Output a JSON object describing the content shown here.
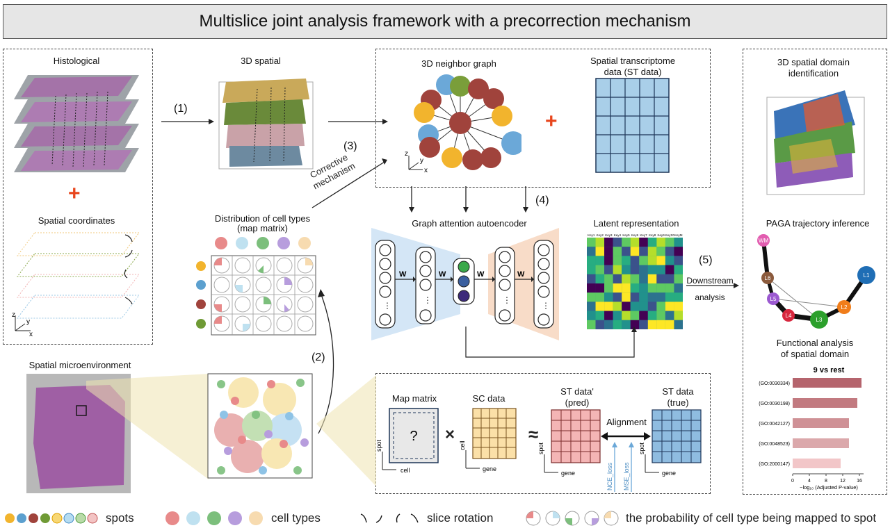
{
  "title": "Multislice joint analysis framework with a precorrection mechanism",
  "panels": {
    "histological": "Histological",
    "spatial_coordinates": "Spatial coordinates",
    "spatial_3d": "3D spatial",
    "neighbor_graph": "3D neighbor graph",
    "st_data_line1": "Spatial transcriptome",
    "st_data_line2": "data (ST data)",
    "domain_id_line1": "3D spatial domain",
    "domain_id_line2": "identification",
    "cell_dist_line1": "Distribution of cell types",
    "cell_dist_line2": "(map matrix)",
    "gat": "Graph attention autoencoder",
    "latent": "Latent representation",
    "paga": "PAGA trajectory inference",
    "functional_line1": "Functional analysis",
    "functional_line2": "of spatial domain",
    "microenv": "Spatial microenvironment",
    "map_matrix": "Map matrix",
    "sc_data": "SC data",
    "st_pred_line1": "ST data'",
    "st_pred_line2": "(pred)",
    "st_true_line1": "ST data",
    "st_true_line2": "(true)",
    "alignment": "Alignment",
    "question": "?",
    "nce_loss": "NCE_loss",
    "mse_loss": "MSE_loss"
  },
  "steps": {
    "s1": "(1)",
    "s2": "(2)",
    "s3": "(3)",
    "s4": "(4)",
    "s5": "(5)",
    "corrective1": "Corrective",
    "corrective2": "mechanism",
    "downstream1": "Downstream",
    "downstream2": "analysis"
  },
  "operators": {
    "times": "×",
    "approx": "≈",
    "plus": "+"
  },
  "axes": {
    "spot": "spot",
    "cell": "cell",
    "gene": "gene",
    "x": "x",
    "y": "y",
    "z": "z"
  },
  "weights": {
    "w1": "W",
    "w2": "W",
    "w2t": "W",
    "w1t": "W"
  },
  "paga_nodes": [
    {
      "label": "WM",
      "color": "#e25db0"
    },
    {
      "label": "L6",
      "color": "#8b5a3c"
    },
    {
      "label": "L5",
      "color": "#9b59d0"
    },
    {
      "label": "L4",
      "color": "#d7263d"
    },
    {
      "label": "L3",
      "color": "#2ca02c"
    },
    {
      "label": "L2",
      "color": "#f07d1a"
    },
    {
      "label": "L1",
      "color": "#1f6eb5"
    }
  ],
  "bar_chart": {
    "title": "9 vs rest",
    "categories": [
      "(GO:0030334)",
      "(GO:0030198)",
      "(GO:0042127)",
      "(GO:0048523)",
      "(GO:2000147)"
    ],
    "values": [
      16.5,
      15.5,
      13.5,
      13.5,
      11.5
    ],
    "ticks": [
      "0",
      "4",
      "8",
      "12",
      "16"
    ],
    "xlabel": "−log₁₀ (Adjusted P-value)"
  },
  "legend": {
    "spots": "spots",
    "cell_types": "cell types",
    "slice_rotation": "slice rotation",
    "probability": "the probability of cell type being mapped to spot",
    "spot_colors": [
      "#f2b42d",
      "#5ca0cf",
      "#a0433c",
      "#6f9a35",
      "#f7d774",
      "#b6dcf0",
      "#b9dba8",
      "#f3c4c4"
    ]
  },
  "colors": {
    "gat_blue": "#d4e6f6",
    "gat_orange": "#f8dcc8",
    "st_grid": "#a9cfe9",
    "sc_grid": "#fbe0a8",
    "pred_grid": "#f4b5b5",
    "true_grid": "#8fbce0",
    "plus": "#e8461d"
  },
  "latent_labels": [
    "Key1",
    "Key2",
    "Key3",
    "Key4",
    "Key5",
    "Key6",
    "Key7",
    "Key8",
    "Key9",
    "Key10",
    "KeyM"
  ]
}
